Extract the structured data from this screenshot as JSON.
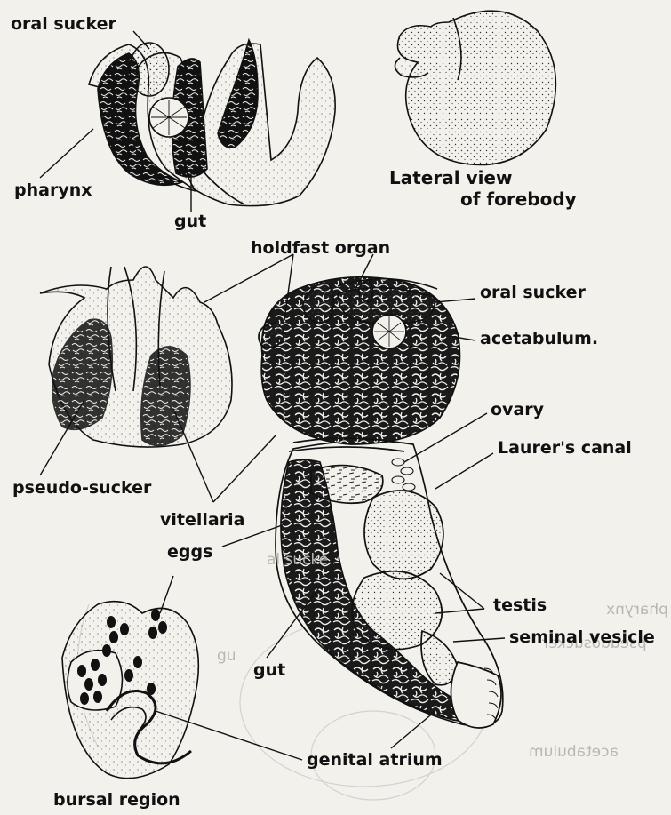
{
  "labels": {
    "oral_sucker_top": "oral sucker",
    "pharynx": "pharynx",
    "gut_top": "gut",
    "lateral_view_1": "Lateral view",
    "lateral_view_2": "of forebody",
    "holdfast_organ": "holdfast organ",
    "oral_sucker_main": "oral sucker",
    "acetabulum": "acetabulum.",
    "ovary": "ovary",
    "laurers_canal": "Laurer's canal",
    "pseudo_sucker": "pseudo-sucker",
    "vitellaria": "vitellaria",
    "eggs": "eggs",
    "testis": "testis",
    "seminal_vesicle": "seminal vesicle",
    "gut_main": "gut",
    "genital_atrium": "genital atrium",
    "bursal_region": "bursal region"
  },
  "ghost_labels": {
    "oral_sucker": "al sucke",
    "pharynx": "pharynx",
    "pseudosucker": "pseudosucker",
    "gut": "gu",
    "acetabulum": "acetabulum"
  },
  "colors": {
    "ink": "#111111",
    "paper": "#f3f1ec",
    "ghost": "#b9b7b1"
  }
}
